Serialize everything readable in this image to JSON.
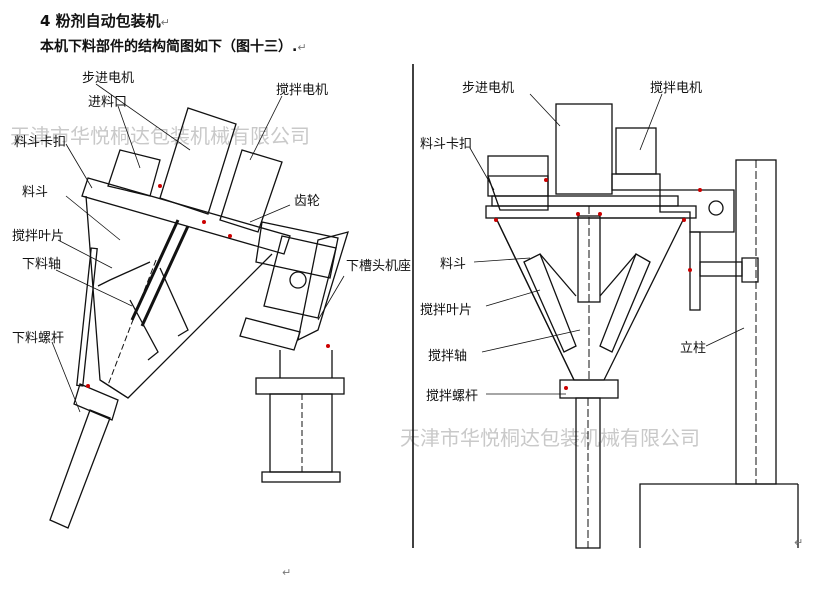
{
  "header": {
    "section_title": "4 粉剂自动包装机",
    "caption": "本机下料部件的结构简图如下（图十三）.",
    "return_mark": "↵"
  },
  "left_figure": {
    "labels": {
      "stepper_motor": "步进电机",
      "feed_inlet": "进料口",
      "mixer_motor": "搅拌电机",
      "hopper_clamp": "料斗卡扣",
      "hopper": "料斗",
      "gear": "齿轮",
      "mixer_blade": "搅拌叶片",
      "feed_shaft": "下料轴",
      "slot_base": "下槽头机座",
      "feed_screw": "下料螺杆"
    },
    "watermark": "天津市华悦桐达包装机械有限公司"
  },
  "right_figure": {
    "labels": {
      "stepper_motor": "步进电机",
      "mixer_motor": "搅拌电机",
      "hopper_clamp": "料斗卡扣",
      "hopper": "料斗",
      "mixer_blade": "搅拌叶片",
      "mixer_shaft": "搅拌轴",
      "mixer_screw": "搅拌螺杆",
      "column": "立柱"
    },
    "watermark": "天津市华悦桐达包装机械有限公司"
  }
}
